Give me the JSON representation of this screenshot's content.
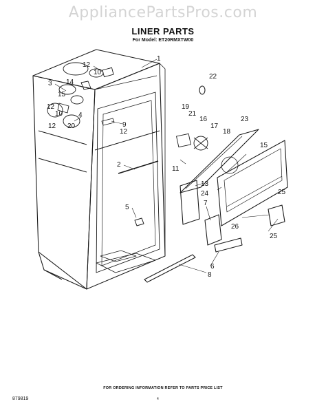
{
  "watermark": "AppliancePartsPros.com",
  "title": "LINER PARTS",
  "model_line": "For Model: ET20RMXTW00",
  "footer_note": "FOR ORDERING INFORMATION REFER TO PARTS PRICE LIST",
  "document_number": "879819",
  "page_number": "4",
  "callouts": {
    "c1": "1",
    "c2": "2",
    "c3": "3",
    "c4": "4",
    "c5": "5",
    "c6": "6",
    "c7": "7",
    "c8": "8",
    "c9": "9",
    "c10a": "10",
    "c10b": "10",
    "c11": "11",
    "c12a": "12",
    "c12b": "12",
    "c12c": "12",
    "c12d": "12",
    "c13": "13",
    "c14": "14",
    "c15a": "15",
    "c15b": "15",
    "c16": "16",
    "c17": "17",
    "c18": "18",
    "c19": "19",
    "c20": "20",
    "c21": "21",
    "c22": "22",
    "c23": "23",
    "c24": "24",
    "c25a": "25",
    "c25b": "25",
    "c26": "26"
  }
}
